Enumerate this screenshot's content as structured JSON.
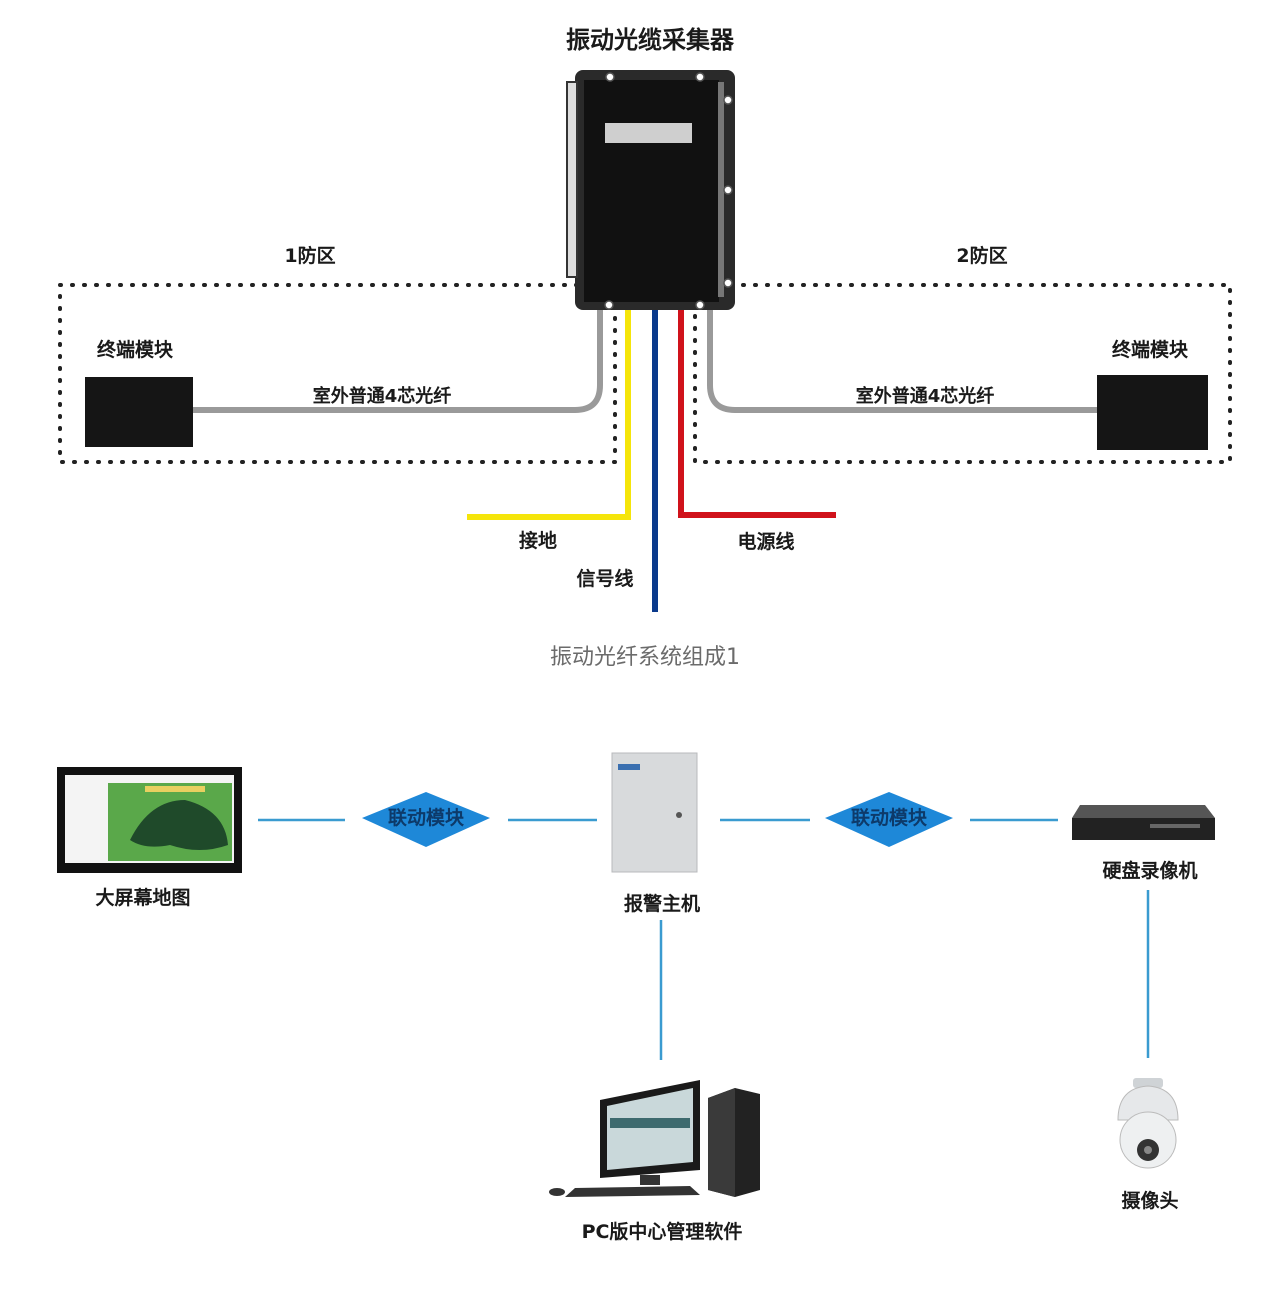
{
  "diagram1": {
    "title": "振动光缆采集器",
    "zone_left": "1防区",
    "zone_right": "2防区",
    "terminal_left": "终端模块",
    "terminal_right": "终端模块",
    "fiber_left": "室外普通4芯光纤",
    "fiber_right": "室外普通4芯光纤",
    "ground_wire": "接地",
    "signal_wire": "信号线",
    "power_wire": "电源线",
    "caption": "振动光纤系统组成1",
    "colors": {
      "ground": "#f5e50a",
      "signal": "#0a3a8c",
      "power": "#d0121b",
      "fiber": "#9a9a9a",
      "device": "#1b1b1b"
    }
  },
  "diagram2": {
    "screen_map": "大屏幕地图",
    "link_module_left": "联动模块",
    "link_module_right": "联动模块",
    "alarm_host": "报警主机",
    "dvr": "硬盘录像机",
    "camera": "摄像头",
    "pc_software": "PC版中心管理软件",
    "colors": {
      "link_line": "#3a9bd0",
      "diamond": "#1e88d8"
    }
  }
}
